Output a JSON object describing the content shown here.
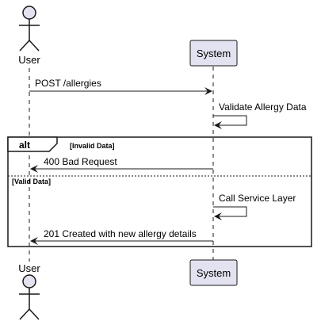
{
  "participants": {
    "user": {
      "label": "User",
      "type": "actor"
    },
    "system": {
      "label": "System",
      "type": "participant"
    }
  },
  "messages": [
    {
      "id": "m1",
      "from": "user",
      "to": "system",
      "label": "POST /allergies"
    },
    {
      "id": "m2",
      "from": "system",
      "to": "system",
      "label": "Validate Allergy Data"
    },
    {
      "id": "m3",
      "from": "system",
      "to": "user",
      "label": "400 Bad Request"
    },
    {
      "id": "m4",
      "from": "system",
      "to": "system",
      "label": "Call Service Layer"
    },
    {
      "id": "m5",
      "from": "system",
      "to": "user",
      "label": "201 Created with new allergy details"
    }
  ],
  "alt_fragment": {
    "keyword": "alt",
    "guards": [
      "[Invalid Data]",
      "[Valid Data]"
    ]
  },
  "colors": {
    "participant_fill": "#E2E2F0",
    "participant_stroke": "#181818",
    "lifeline": "#181818",
    "line": "#181818"
  }
}
